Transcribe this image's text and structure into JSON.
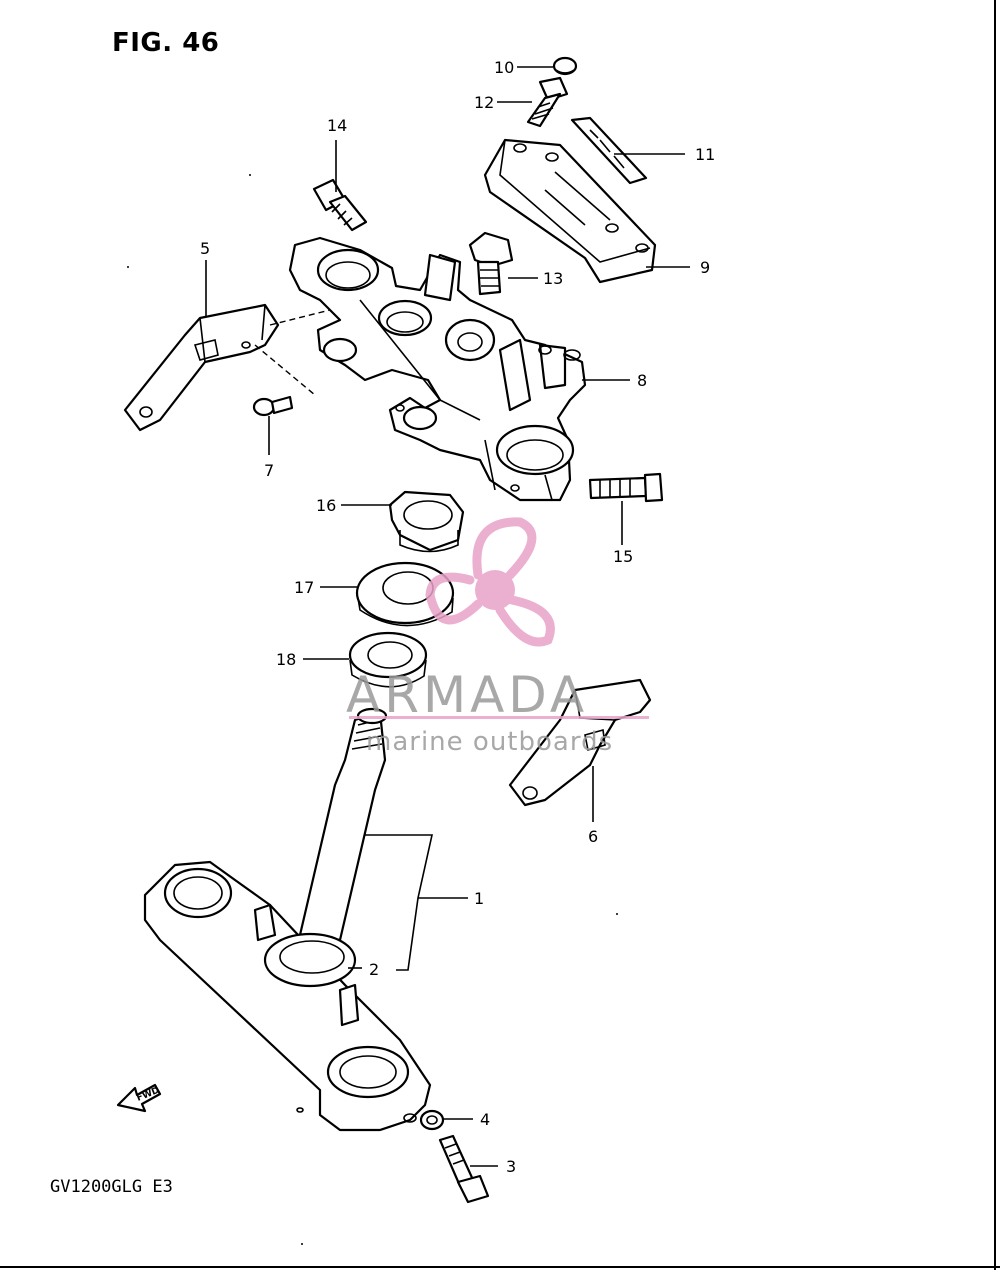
{
  "figure": {
    "title": "FIG. 46",
    "model_code": "GV1200GLG E3",
    "fwd_label": "FWD"
  },
  "callouts": [
    "1",
    "2",
    "3",
    "4",
    "5",
    "6",
    "7",
    "8",
    "9",
    "10",
    "11",
    "12",
    "13",
    "14",
    "15",
    "16",
    "17",
    "18"
  ],
  "watermark": {
    "brand": "ARMADA",
    "tagline": "marine outboards",
    "logo_color": "#e8a3c8"
  }
}
